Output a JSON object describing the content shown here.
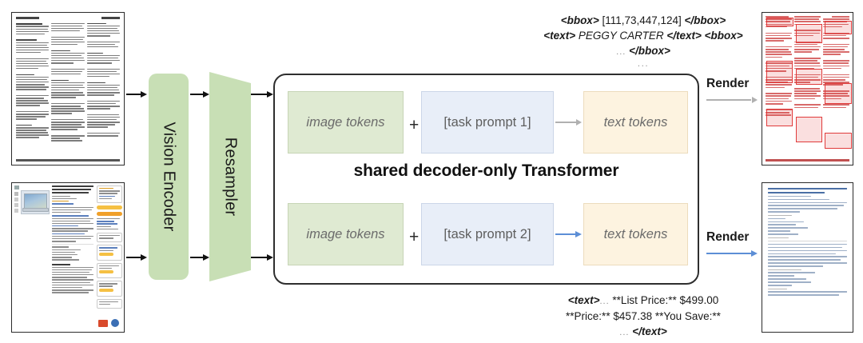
{
  "diagram": {
    "title": "shared decoder-only Transformer",
    "modules": {
      "vision_encoder": "Vision Encoder",
      "resampler": "Resampler"
    },
    "rows": [
      {
        "id": "row-1",
        "image_tokens": "image tokens",
        "plus": "+",
        "task_prompt": "[task prompt 1]",
        "text_tokens": "text tokens",
        "render_label": "Render",
        "arrow_color": "#b0b0b0"
      },
      {
        "id": "row-2",
        "image_tokens": "image tokens",
        "plus": "+",
        "task_prompt": "[task prompt 2]",
        "text_tokens": "text tokens",
        "render_label": "Render",
        "arrow_color": "#5c8ed6"
      }
    ],
    "annotations": {
      "top": {
        "line1_tag_open": "<bbox>",
        "line1_value": " [111,73,447,124] ",
        "line1_tag_close": "</bbox>",
        "line2_tag_open": "<text>",
        "line2_value": " PEGGY CARTER ",
        "line2_tag_close": "</text>",
        "line2_tag_open2": "<bbox>",
        "line3_dots": "...",
        "line3_tag_close": "</bbox>",
        "trailing_ellipsis": "..."
      },
      "bottom": {
        "line1_tag_open": "<text>",
        "line1_dots": "...",
        "line1_value": " **List Price:** $499.00",
        "line2_value": "**Price:**  $457.38 **You Save:**",
        "line3_dots": "...",
        "line3_tag_close": "</text>"
      }
    },
    "inputs": [
      {
        "name": "input-document-newspaper",
        "kind": "scanned-transcript-page"
      },
      {
        "name": "input-document-webpage",
        "kind": "product-page-screenshot"
      }
    ],
    "outputs": [
      {
        "name": "output-document-bbox-overlay",
        "kind": "page-with-red-boxes"
      },
      {
        "name": "output-document-markdown",
        "kind": "rendered-markdown-page"
      }
    ],
    "colors": {
      "green_module": "#c8dfb5",
      "image_token": "#dfead2",
      "prompt_token": "#e8eef8",
      "text_token": "#fdf3e0",
      "box_border": "#2e2e2e",
      "arrow_gray": "#b0b0b0",
      "arrow_blue": "#5c8ed6",
      "bbox_red": "#e03b3b"
    }
  }
}
